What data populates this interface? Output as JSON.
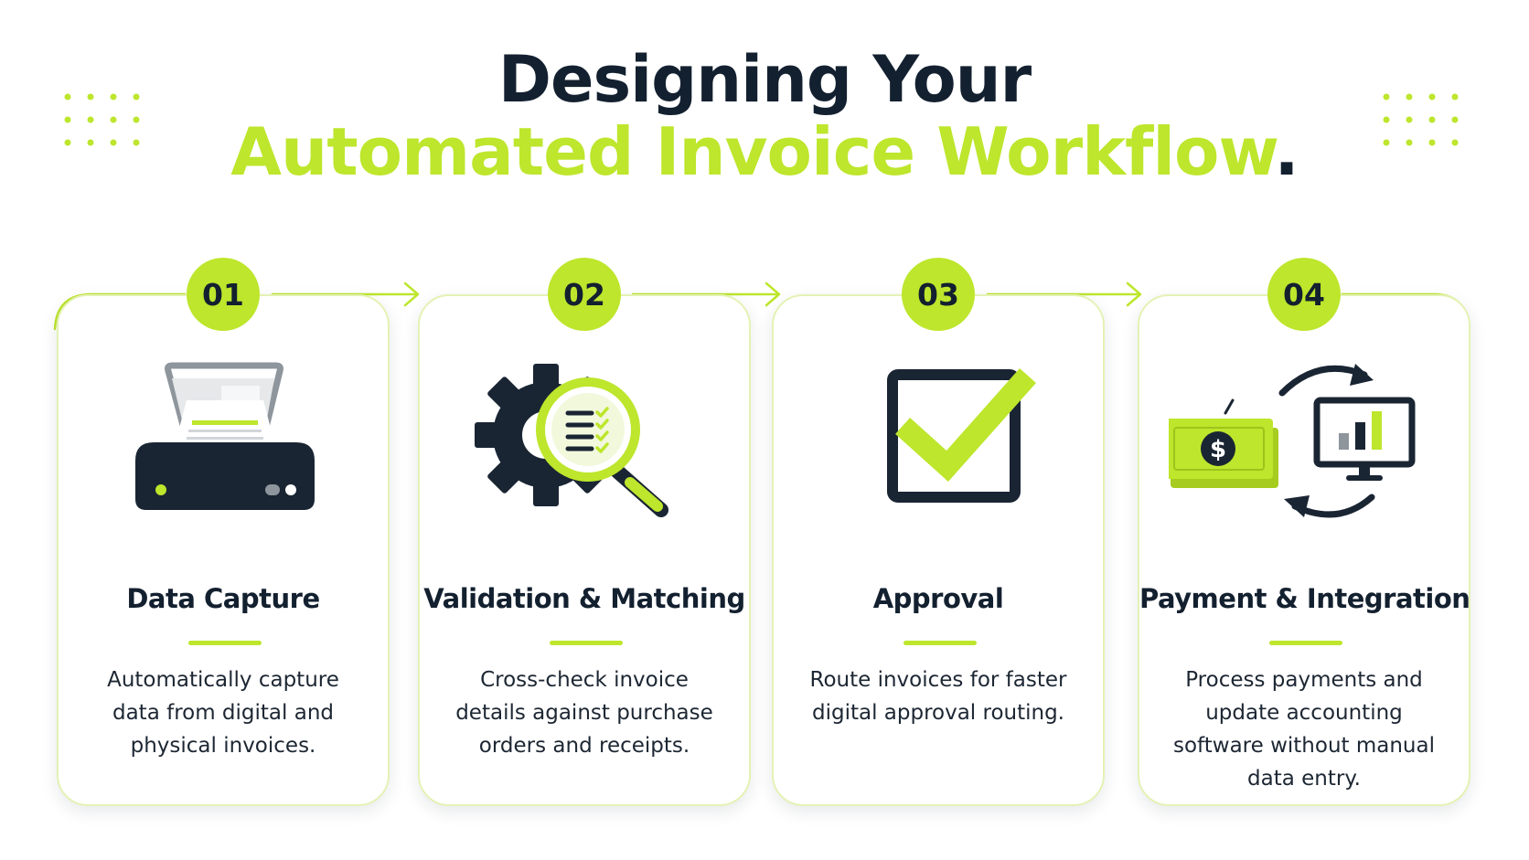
{
  "header": {
    "title_line1": "Designing Your",
    "title_line2": "Automated Invoice Workflow",
    "title_end": "."
  },
  "colors": {
    "accent": "#bde62c",
    "dark": "#13202f",
    "card_border": "#e4f2b4"
  },
  "steps": [
    {
      "number": "01",
      "title": "Data Capture",
      "description": "Automatically capture data from digital and physical invoices.",
      "icon": "scanner-icon"
    },
    {
      "number": "02",
      "title": "Validation & Matching",
      "description": "Cross-check invoice details against purchase orders and receipts.",
      "icon": "gear-magnifier-icon"
    },
    {
      "number": "03",
      "title": "Approval",
      "description": "Route invoices for faster digital approval routing.",
      "icon": "checkbox-icon"
    },
    {
      "number": "04",
      "title": "Payment & Integration",
      "description": "Process payments and update accounting software without manual data entry.",
      "icon": "payment-sync-icon"
    }
  ]
}
